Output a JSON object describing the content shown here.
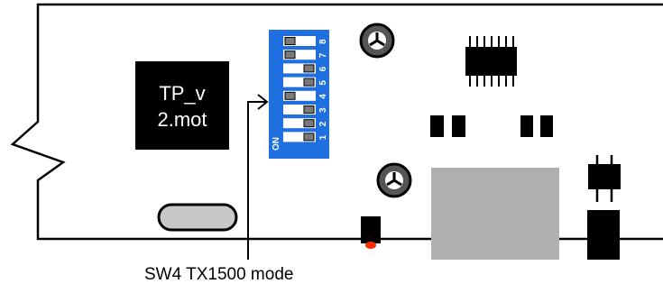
{
  "chip": {
    "label_line1": "TP_v",
    "label_line2": "2.mot"
  },
  "dip_switch": {
    "on_label": "ON",
    "colors": {
      "body": "#1f6fe0",
      "slider": "#ffffff",
      "knob": "#7a7a7a"
    },
    "positions": [
      {
        "number": "1",
        "state": "off"
      },
      {
        "number": "2",
        "state": "off"
      },
      {
        "number": "3",
        "state": "off"
      },
      {
        "number": "4",
        "state": "on"
      },
      {
        "number": "5",
        "state": "off"
      },
      {
        "number": "6",
        "state": "off"
      },
      {
        "number": "7",
        "state": "on"
      },
      {
        "number": "8",
        "state": "on"
      }
    ]
  },
  "callout": {
    "text": "SW4 TX1500 mode"
  },
  "colors": {
    "outline": "#000000",
    "chip": "#000000",
    "connector": "#b0b0b0",
    "led": "#ff2a00",
    "oval": "#c8c8c8"
  }
}
